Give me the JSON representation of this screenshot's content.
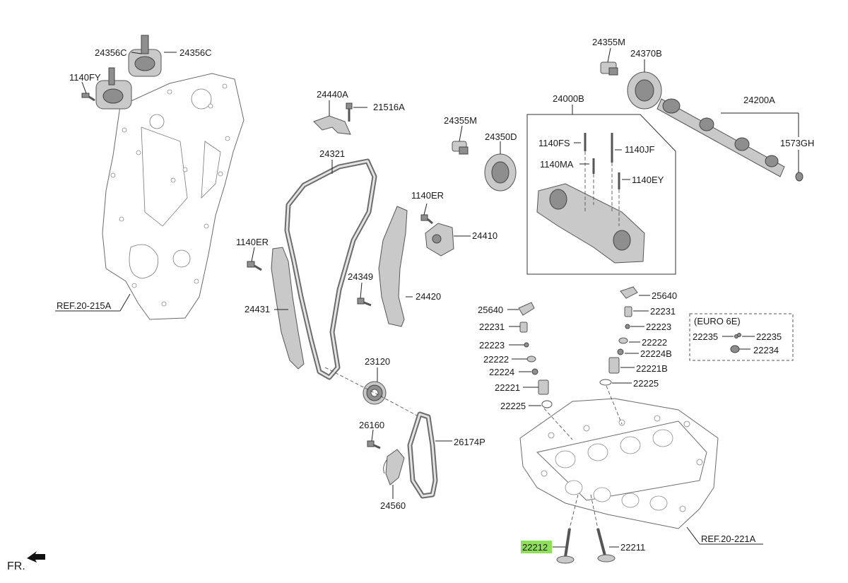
{
  "diagram": {
    "highlight_color": "#8ee05a",
    "callouts": {
      "c24356C_top": "24356C",
      "c24356C_right": "24356C",
      "c1140FY": "1140FY",
      "c24440A": "24440A",
      "c21516A": "21516A",
      "c24321": "24321",
      "c24355M_top": "24355M",
      "c24370B": "24370B",
      "c24355M_mid": "24355M",
      "c24350D": "24350D",
      "c24000B": "24000B",
      "c24200A": "24200A",
      "c1140FS": "1140FS",
      "c1140JF": "1140JF",
      "c1573GH": "1573GH",
      "c1140MA": "1140MA",
      "c1140EY": "1140EY",
      "c1140ER_right": "1140ER",
      "c1140ER_left": "1140ER",
      "c24410": "24410",
      "c24349": "24349",
      "c24420": "24420",
      "c24431": "24431",
      "c23120": "23120",
      "c26160": "26160",
      "c26174P": "26174P",
      "c24560": "24560",
      "c25640_left": "25640",
      "c22231_left": "22231",
      "c22223_left": "22223",
      "c22222_left": "22222",
      "c22224_left": "22224",
      "c22221_left": "22221",
      "c22225_left": "22225",
      "c25640_right": "25640",
      "c22231_right": "22231",
      "c22223_right": "22223",
      "c22222_right": "22222",
      "c22224B": "22224B",
      "c22221B": "22221B",
      "c22225_right": "22225",
      "c22212": "22212",
      "c22211": "22211",
      "euro_title": "(EURO 6E)",
      "c22235_a": "22235",
      "c22235_b": "22235",
      "c22234": "22234",
      "ref_20_215A": "REF.20-215A",
      "ref_20_221A": "REF.20-221A",
      "front_label": "FR."
    }
  }
}
